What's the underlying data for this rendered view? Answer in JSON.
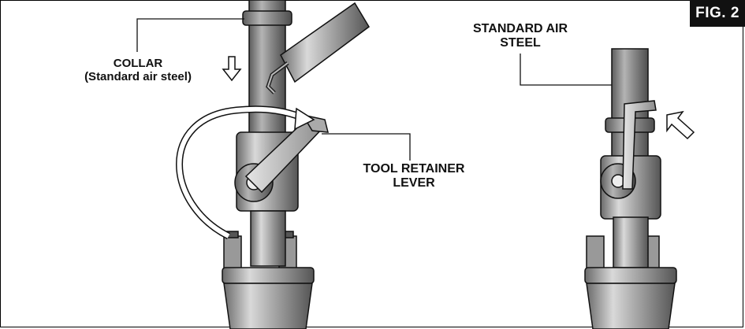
{
  "figure": {
    "badge": "FIG. 2"
  },
  "labels": {
    "collar_line1": "COLLAR",
    "collar_line2": "(Standard air steel)",
    "lever_line1": "TOOL RETAINER",
    "lever_line2": "LEVER",
    "steel_line1": "STANDARD AIR",
    "steel_line2": "STEEL"
  },
  "colors": {
    "metal": "#9a9a9a",
    "metal_dark": "#5a5a5a",
    "metal_light": "#d8d8d8",
    "ink": "#111111",
    "badge_bg": "#111111"
  }
}
